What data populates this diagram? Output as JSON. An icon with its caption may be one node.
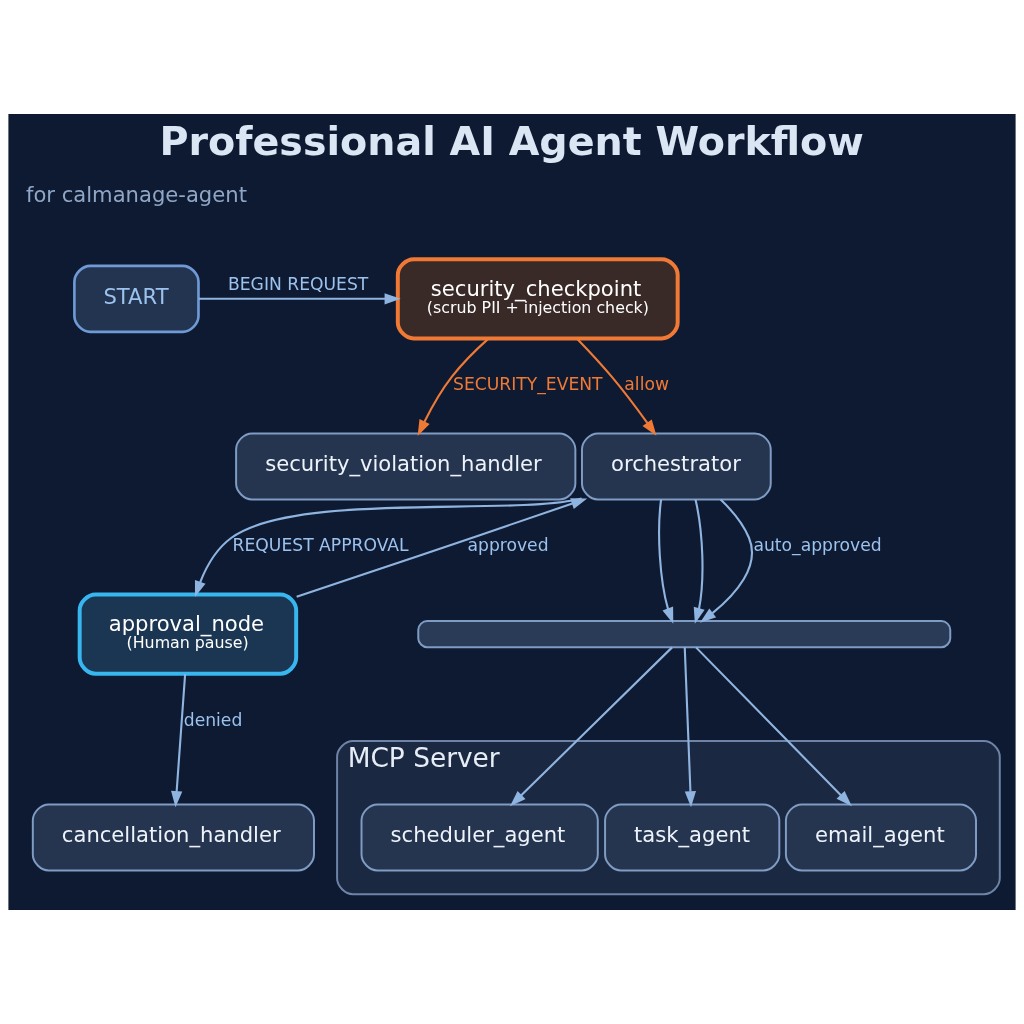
{
  "diagram": {
    "title": "Professional AI Agent Workflow",
    "nodes": [
      {
        "text": [
          "START"
        ]
      },
      {
        "text": [
          "security_checkpoint",
          "(scrub PII + injection check)"
        ]
      },
      {
        "text": [
          "security_violation_handler"
        ]
      },
      {
        "text": [
          "orchestrator"
        ]
      },
      {
        "text": [
          "approval_node",
          "(Human pause)"
        ]
      },
      {
        "text": [
          "cancellation_handler"
        ]
      },
      {
        "text": [],
        "shape": "bar"
      },
      {
        "text": [
          "MCP Server"
        ]
      },
      {
        "text": [
          "scheduler_agent"
        ],
        "in": 7
      },
      {
        "text": [
          "task_agent"
        ],
        "in": 7
      },
      {
        "text": [
          "email_agent"
        ],
        "in": 7
      }
    ],
    "edges": [
      {
        "from": 0,
        "to": 1,
        "arrow": "to",
        "label": "BEGIN REQUEST"
      },
      {
        "from": 1,
        "to": 2,
        "arrow": "to",
        "label": "SECURITY_EVENT",
        "color": "#f07a35"
      },
      {
        "from": 1,
        "to": 3,
        "arrow": "to",
        "label": "allow",
        "color": "#f07a35"
      },
      {
        "from": 3,
        "to": 4,
        "arrow": "to",
        "label": "REQUEST APPROVAL"
      },
      {
        "from": 4,
        "to": 3,
        "arrow": "to",
        "label": "approved"
      },
      {
        "from": 4,
        "to": 5,
        "arrow": "to",
        "label": "denied"
      },
      {
        "from": 3,
        "to": 6,
        "arrow": "to"
      },
      {
        "from": 3,
        "to": 6,
        "arrow": "to"
      },
      {
        "from": 3,
        "to": 6,
        "arrow": "to",
        "label": "auto_approved"
      },
      {
        "from": 6,
        "to": 8,
        "arrow": "to"
      },
      {
        "from": 6,
        "to": 9,
        "arrow": "to"
      },
      {
        "from": 6,
        "to": 10,
        "arrow": "to"
      }
    ],
    "labels": [
      "for calmanage-agent"
    ]
  }
}
